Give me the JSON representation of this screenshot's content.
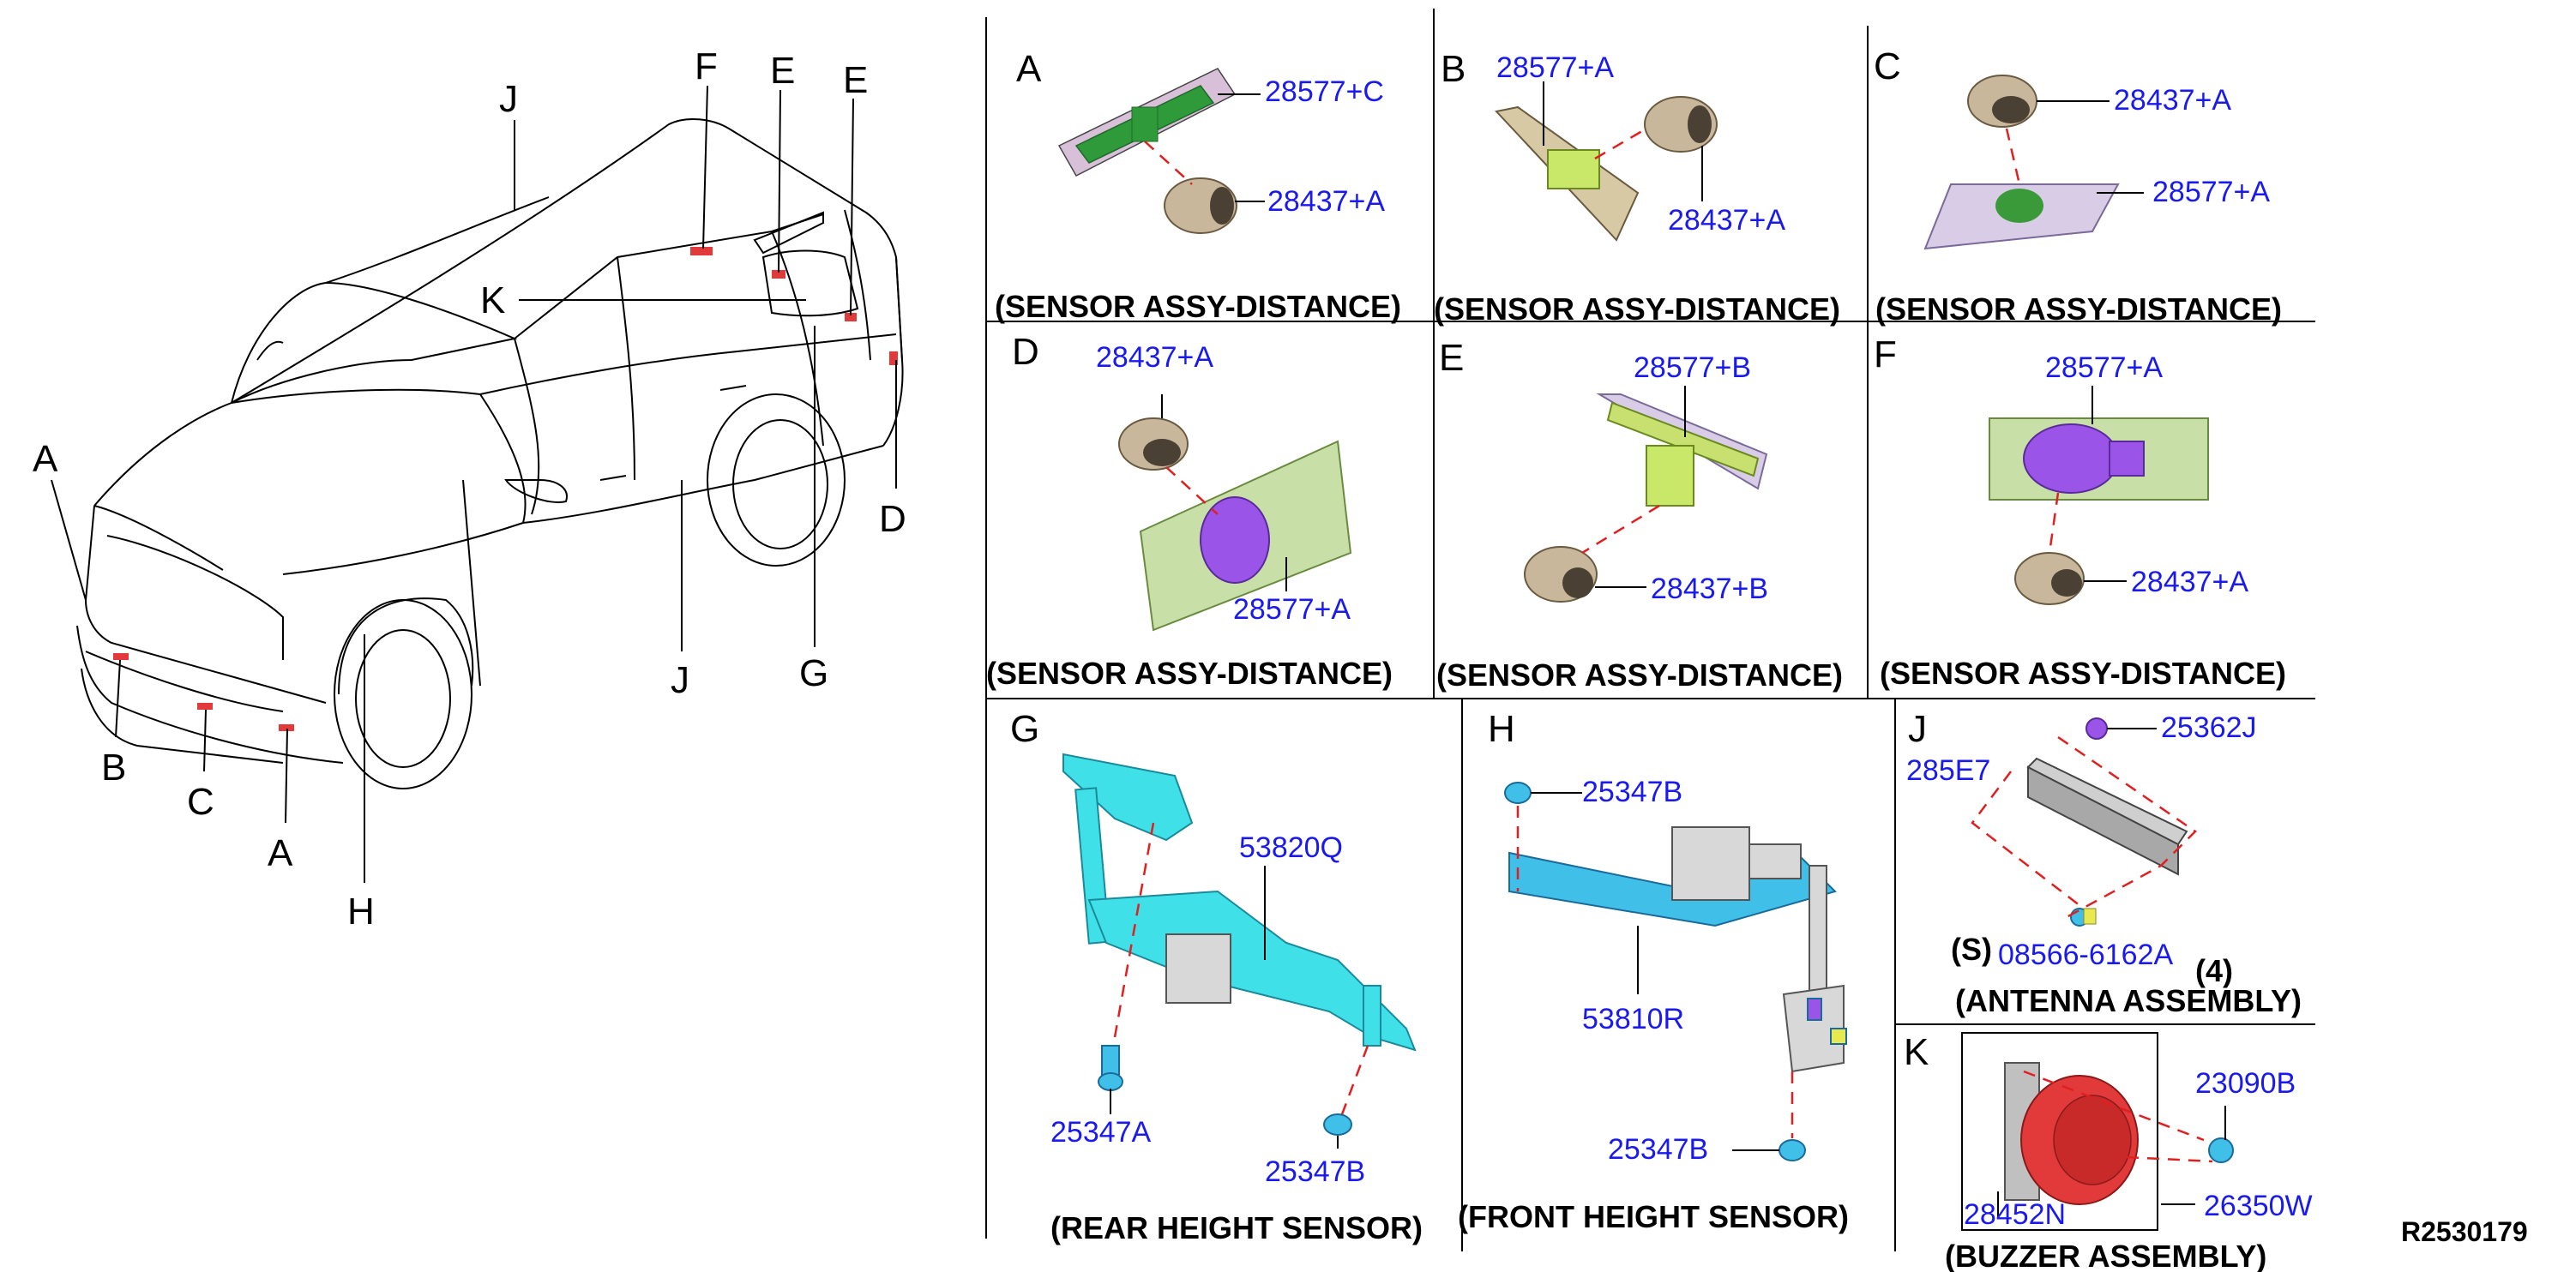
{
  "vehicle": {
    "callouts": [
      "F",
      "E",
      "E",
      "J",
      "K",
      "A",
      "D",
      "G",
      "J",
      "B",
      "C",
      "A",
      "H"
    ]
  },
  "panels": [
    {
      "letter": "A",
      "caption": "(SENSOR ASSY-DISTANCE)",
      "parts": [
        "28577+C",
        "28437+A"
      ]
    },
    {
      "letter": "B",
      "caption": "(SENSOR ASSY-DISTANCE)",
      "parts": [
        "28577+A",
        "28437+A"
      ]
    },
    {
      "letter": "C",
      "caption": "(SENSOR ASSY-DISTANCE)",
      "parts": [
        "28437+A",
        "28577+A"
      ]
    },
    {
      "letter": "D",
      "caption": "(SENSOR ASSY-DISTANCE)",
      "parts": [
        "28437+A",
        "28577+A"
      ]
    },
    {
      "letter": "E",
      "caption": "(SENSOR ASSY-DISTANCE)",
      "parts": [
        "28577+B",
        "28437+B"
      ]
    },
    {
      "letter": "F",
      "caption": "(SENSOR ASSY-DISTANCE)",
      "parts": [
        "28577+A",
        "28437+A"
      ]
    },
    {
      "letter": "G",
      "caption": "(REAR HEIGHT SENSOR)",
      "parts": [
        "53820Q",
        "25347A",
        "25347B"
      ]
    },
    {
      "letter": "H",
      "caption": "(FRONT HEIGHT SENSOR)",
      "parts": [
        "25347B",
        "53810R",
        "25347B"
      ]
    },
    {
      "letter": "J",
      "caption": "(ANTENNA ASSEMBLY)",
      "parts": [
        "25362J",
        "285E7",
        "(S)",
        "08566-6162A",
        "(4)"
      ]
    },
    {
      "letter": "K",
      "caption": "(BUZZER ASSEMBLY)",
      "parts": [
        "23090B",
        "28452N",
        "26350W"
      ]
    }
  ],
  "drawing_number": "R2530179",
  "colors": {
    "part_number": "#1a1aee",
    "leader_dash": "#e02020",
    "sensor_bracket_green": "#9acd62",
    "sensor_head": "#c9b79c",
    "height_sensor": "#40e0e8",
    "purple_part": "#9a55e8",
    "buzzer_red": "#e23a3a"
  }
}
